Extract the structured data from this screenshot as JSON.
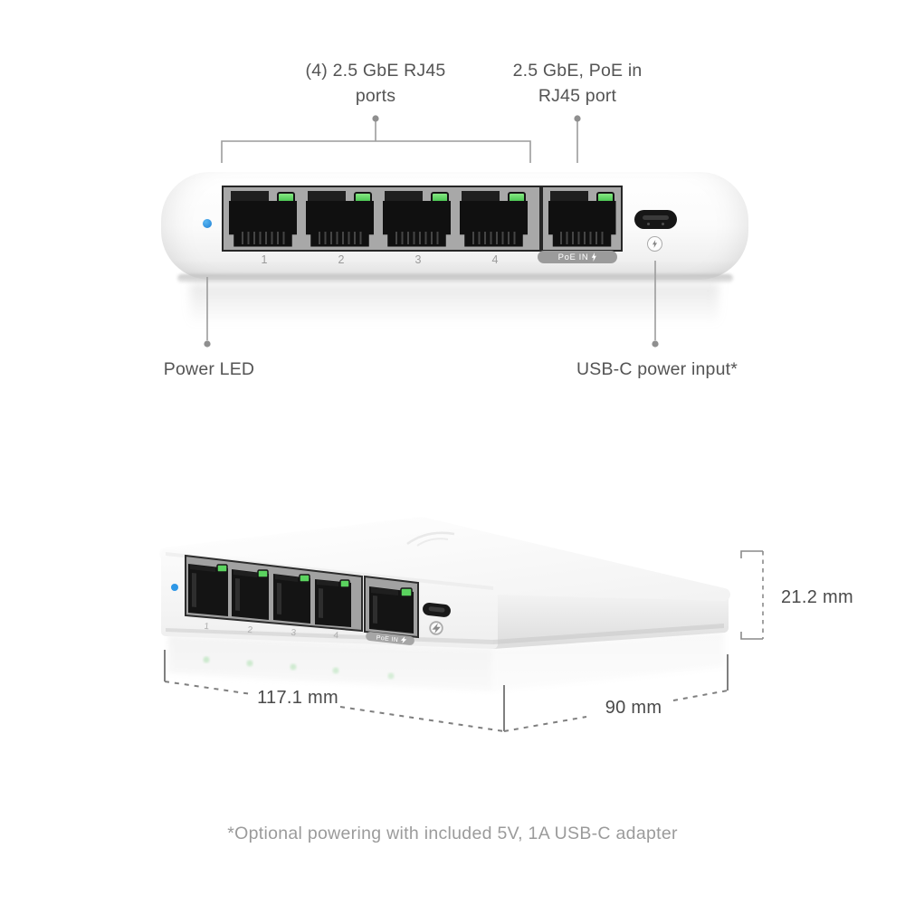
{
  "annotations": {
    "rj45_ports_label_line1": "(4) 2.5 GbE RJ45",
    "rj45_ports_label_line2": "ports",
    "poe_port_label_line1": "2.5 GbE, PoE in",
    "poe_port_label_line2": "RJ45 port",
    "power_led_label": "Power LED",
    "usbc_label": "USB-C power input*",
    "footnote": "*Optional powering with included 5V, 1A USB-C adapter"
  },
  "dimensions": {
    "height": "21.2 mm",
    "length": "117.1 mm",
    "depth": "90 mm"
  },
  "device": {
    "port_numbers": [
      "1",
      "2",
      "3",
      "4"
    ],
    "poe_port_label": "PoE IN",
    "icons": {
      "poe_bolt": "lightning-bolt",
      "power_input_badge": "lightning-bolt-badge",
      "power_led": "blue-dot",
      "link_led": "green-led"
    },
    "colors": {
      "link_led_green": "#57d05c",
      "power_led_blue": "#2f99e8",
      "panel_gray": "#a8a8a8",
      "jack_black": "#101010",
      "annotation_line": "#9c9c9c",
      "label_text": "#545454",
      "muted_text": "#9b9b9b"
    }
  }
}
